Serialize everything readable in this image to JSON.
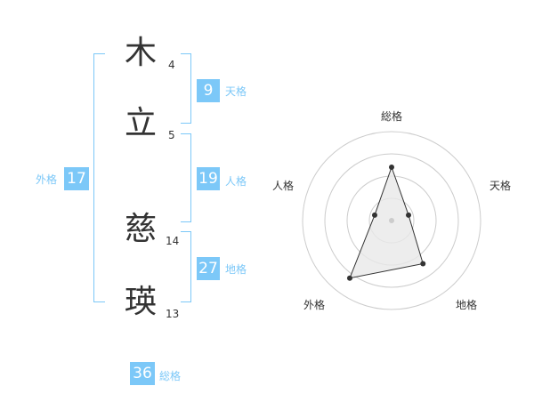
{
  "name": {
    "chars": [
      {
        "char": "木",
        "strokes": "4"
      },
      {
        "char": "立",
        "strokes": "5"
      },
      {
        "char": "慈",
        "strokes": "14"
      },
      {
        "char": "瑛",
        "strokes": "13"
      }
    ]
  },
  "kaku": {
    "tenkaku": {
      "value": "9",
      "label": "天格"
    },
    "jinkaku": {
      "value": "19",
      "label": "人格"
    },
    "chikaku": {
      "value": "27",
      "label": "地格"
    },
    "gaikaku": {
      "value": "17",
      "label": "外格"
    },
    "soukaku": {
      "value": "36",
      "label": "総格"
    }
  },
  "chart_data": {
    "type": "radar",
    "axes": [
      "総格",
      "天格",
      "地格",
      "外格",
      "人格"
    ],
    "values": [
      3,
      1,
      3,
      4,
      1
    ],
    "max": 5,
    "rings": 4,
    "fill_color": "#e8e8e8",
    "line_color": "#333333",
    "grid_color": "#cccccc"
  }
}
